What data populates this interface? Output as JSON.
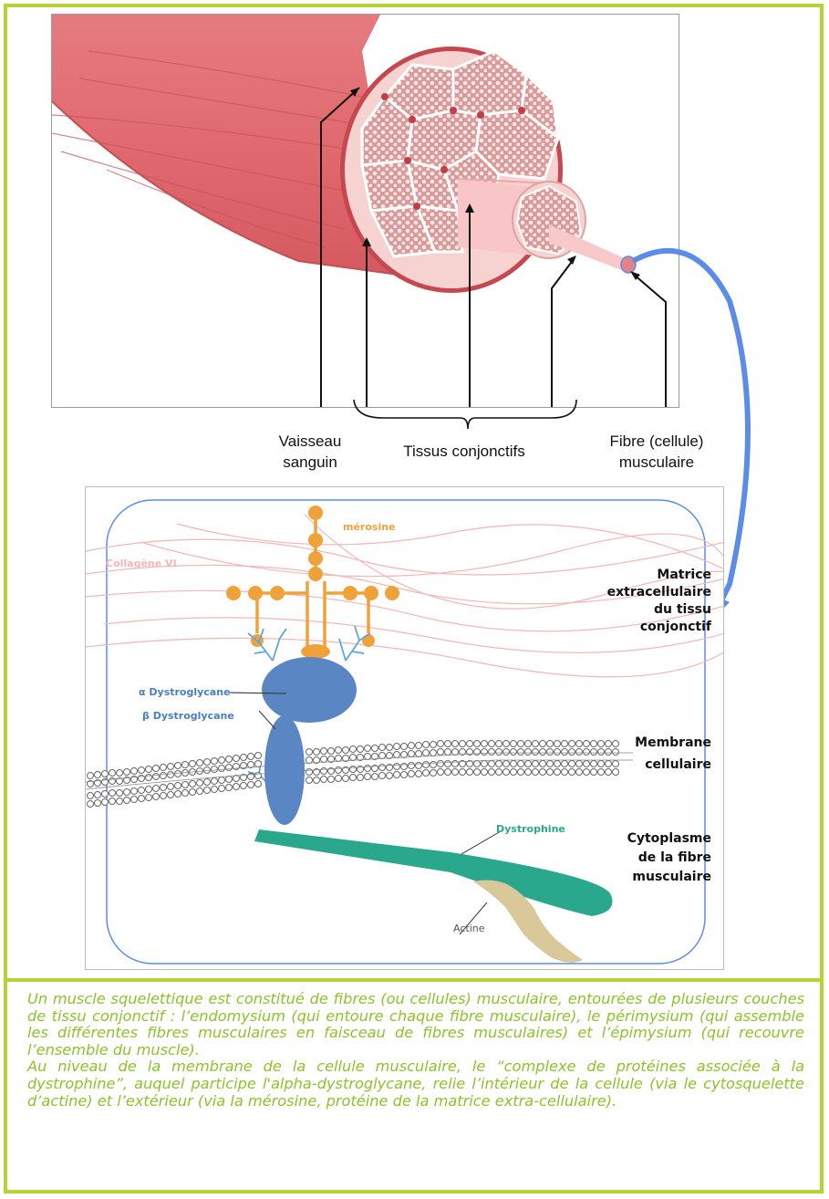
{
  "labels": {
    "vaisseau_line1": "Vaisseau",
    "vaisseau_line2": "sanguin",
    "tissus": "Tissus conjonctifs",
    "fibre_line1": "Fibre (cellule)",
    "fibre_line2": "musculaire"
  },
  "molecular": {
    "merosine": "mérosine",
    "collagene": "Collagène VI",
    "alpha": "α Dystroglycane",
    "beta": "β Dystroglycane",
    "dystrophine": "Dystrophine",
    "actine": "Actine"
  },
  "regions": {
    "matrice": [
      "Matrice",
      "extracellulaire",
      "du tissu",
      "conjonctif"
    ],
    "membrane": [
      "Membrane",
      "cellulaire"
    ],
    "cytoplasme": [
      "Cytoplasme",
      "de la fibre",
      "musculaire"
    ]
  },
  "caption": {
    "p1": "Un muscle squelettique est constitué de fibres (ou cellules) musculaire, entourées de plusieurs couches de tissu conjonctif : l’endomysium (qui entoure chaque fibre musculaire), le périmysium (qui assemble les différentes fibres musculaires en faisceau de fibres musculaires) et l’épimysium (qui recouvre l’ensemble du muscle).",
    "p2": "Au niveau de la membrane de la cellule musculaire, le “complexe de protéines associée à la dystrophine”, auquel participe l'alpha-dystroglycane, relie l’intérieur de la cellule (via le cytosquelette d’actine) et l’extérieur (via la mérosine, protéine de la matrice extra-cellulaire)."
  },
  "colors": {
    "frame": "#b5d334",
    "muscle": "#e06a6f",
    "arrow": "#5b8de8",
    "orange": "#f0a23a",
    "blue_protein": "#5b86c4",
    "dystrophine": "#2aa88d",
    "actine": "#d8c89a",
    "caption_text": "#8dc22a"
  }
}
